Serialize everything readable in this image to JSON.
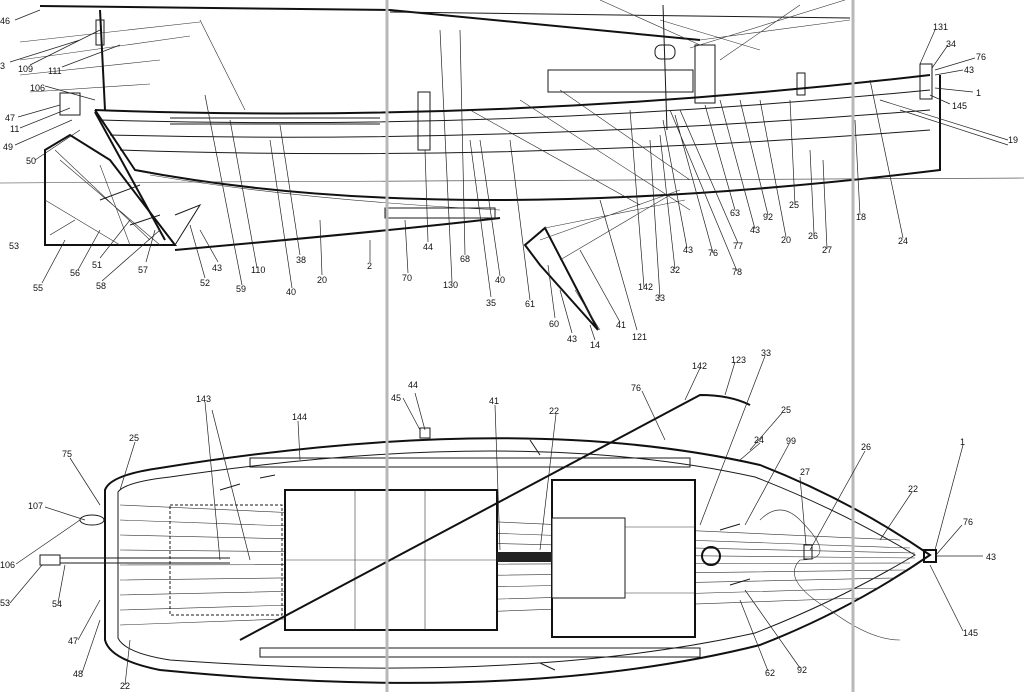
{
  "callouts": [
    {
      "id": "l46",
      "text": "46"
    },
    {
      "id": "l3a",
      "text": "3"
    },
    {
      "id": "l109",
      "text": "109"
    },
    {
      "id": "l111",
      "text": "111"
    },
    {
      "id": "l106a",
      "text": "106"
    },
    {
      "id": "l47a",
      "text": "47"
    },
    {
      "id": "l11",
      "text": "11"
    },
    {
      "id": "l49",
      "text": "49"
    },
    {
      "id": "l50",
      "text": "50"
    },
    {
      "id": "l53a",
      "text": "53"
    },
    {
      "id": "l55",
      "text": "55"
    },
    {
      "id": "l56",
      "text": "56"
    },
    {
      "id": "l51",
      "text": "51"
    },
    {
      "id": "l57",
      "text": "57"
    },
    {
      "id": "l58",
      "text": "58"
    },
    {
      "id": "l52",
      "text": "52"
    },
    {
      "id": "l43a",
      "text": "43"
    },
    {
      "id": "l59",
      "text": "59"
    },
    {
      "id": "l110",
      "text": "110"
    },
    {
      "id": "l38",
      "text": "38"
    },
    {
      "id": "l40a",
      "text": "40"
    },
    {
      "id": "l20a",
      "text": "20"
    },
    {
      "id": "l2",
      "text": "2"
    },
    {
      "id": "l70",
      "text": "70"
    },
    {
      "id": "l44a",
      "text": "44"
    },
    {
      "id": "l130",
      "text": "130"
    },
    {
      "id": "l68",
      "text": "68"
    },
    {
      "id": "l35",
      "text": "35"
    },
    {
      "id": "l40b",
      "text": "40"
    },
    {
      "id": "l61",
      "text": "61"
    },
    {
      "id": "l60",
      "text": "60"
    },
    {
      "id": "l43b",
      "text": "43"
    },
    {
      "id": "l14",
      "text": "14"
    },
    {
      "id": "l121",
      "text": "121"
    },
    {
      "id": "l41a",
      "text": "41"
    },
    {
      "id": "l33a",
      "text": "33"
    },
    {
      "id": "l142a",
      "text": "142"
    },
    {
      "id": "l32",
      "text": "32"
    },
    {
      "id": "l43c",
      "text": "43"
    },
    {
      "id": "l76a",
      "text": "76"
    },
    {
      "id": "l78",
      "text": "78"
    },
    {
      "id": "l77",
      "text": "77"
    },
    {
      "id": "l63",
      "text": "63"
    },
    {
      "id": "l43d",
      "text": "43"
    },
    {
      "id": "l92a",
      "text": "92"
    },
    {
      "id": "l20b",
      "text": "20"
    },
    {
      "id": "l25a",
      "text": "25"
    },
    {
      "id": "l26a",
      "text": "26"
    },
    {
      "id": "l27a",
      "text": "27"
    },
    {
      "id": "l18",
      "text": "18"
    },
    {
      "id": "l24a",
      "text": "24"
    },
    {
      "id": "l131",
      "text": "131"
    },
    {
      "id": "l34",
      "text": "34"
    },
    {
      "id": "l76b",
      "text": "76"
    },
    {
      "id": "l43e",
      "text": "43"
    },
    {
      "id": "l1a",
      "text": "1"
    },
    {
      "id": "l145a",
      "text": "145"
    },
    {
      "id": "l19",
      "text": "19"
    },
    {
      "id": "l143",
      "text": "143"
    },
    {
      "id": "l144",
      "text": "144"
    },
    {
      "id": "l25b",
      "text": "25"
    },
    {
      "id": "l75",
      "text": "75"
    },
    {
      "id": "l107",
      "text": "107"
    },
    {
      "id": "l106b",
      "text": "106"
    },
    {
      "id": "l53b",
      "text": "53"
    },
    {
      "id": "l54",
      "text": "54"
    },
    {
      "id": "l47b",
      "text": "47"
    },
    {
      "id": "l48",
      "text": "48"
    },
    {
      "id": "l22a",
      "text": "22"
    },
    {
      "id": "l44b",
      "text": "44"
    },
    {
      "id": "l45",
      "text": "45"
    },
    {
      "id": "l41b",
      "text": "41"
    },
    {
      "id": "l22b",
      "text": "22"
    },
    {
      "id": "l142b",
      "text": "142"
    },
    {
      "id": "l123",
      "text": "123"
    },
    {
      "id": "l33b",
      "text": "33"
    },
    {
      "id": "l76c",
      "text": "76"
    },
    {
      "id": "l25c",
      "text": "25"
    },
    {
      "id": "l24b",
      "text": "24"
    },
    {
      "id": "l99",
      "text": "99"
    },
    {
      "id": "l26b",
      "text": "26"
    },
    {
      "id": "l27b",
      "text": "27"
    },
    {
      "id": "l1b",
      "text": "1"
    },
    {
      "id": "l22c",
      "text": "22"
    },
    {
      "id": "l76d",
      "text": "76"
    },
    {
      "id": "l43f",
      "text": "43"
    },
    {
      "id": "l145b",
      "text": "145"
    },
    {
      "id": "l62",
      "text": "62"
    },
    {
      "id": "l92b",
      "text": "92"
    }
  ]
}
